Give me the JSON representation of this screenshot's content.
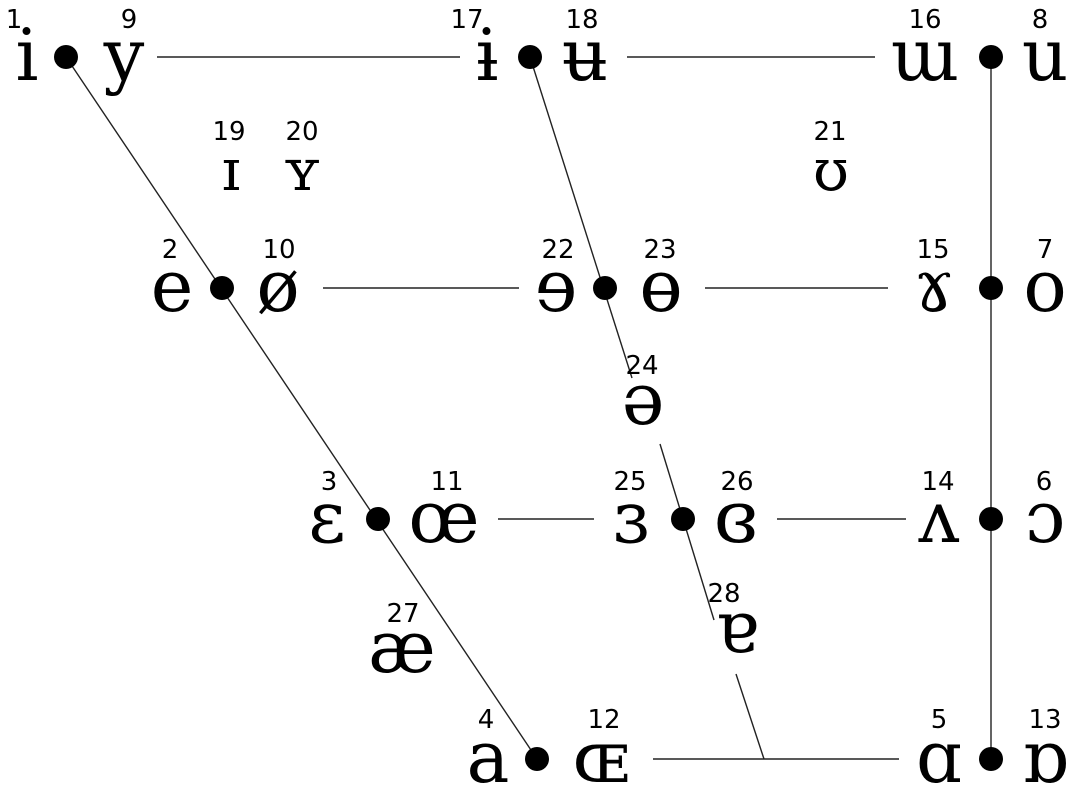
{
  "vowels": [
    {
      "number": "1",
      "symbol": "i"
    },
    {
      "number": "9",
      "symbol": "y"
    },
    {
      "number": "17",
      "symbol": "ɨ"
    },
    {
      "number": "18",
      "symbol": "ʉ"
    },
    {
      "number": "16",
      "symbol": "ɯ"
    },
    {
      "number": "8",
      "symbol": "u"
    },
    {
      "number": "19",
      "symbol": "ɪ"
    },
    {
      "number": "20",
      "symbol": "ʏ"
    },
    {
      "number": "21",
      "symbol": "ʊ"
    },
    {
      "number": "2",
      "symbol": "e"
    },
    {
      "number": "10",
      "symbol": "ø"
    },
    {
      "number": "22",
      "symbol": "ɘ"
    },
    {
      "number": "23",
      "symbol": "ɵ"
    },
    {
      "number": "15",
      "symbol": "ɤ"
    },
    {
      "number": "7",
      "symbol": "o"
    },
    {
      "number": "24",
      "symbol": "ə"
    },
    {
      "number": "3",
      "symbol": "ɛ"
    },
    {
      "number": "11",
      "symbol": "œ"
    },
    {
      "number": "25",
      "symbol": "ɜ"
    },
    {
      "number": "26",
      "symbol": "ɞ"
    },
    {
      "number": "14",
      "symbol": "ʌ"
    },
    {
      "number": "6",
      "symbol": "ɔ"
    },
    {
      "number": "27",
      "symbol": "æ"
    },
    {
      "number": "28",
      "symbol": "ɐ"
    },
    {
      "number": "4",
      "symbol": "a"
    },
    {
      "number": "12",
      "symbol": "ɶ"
    },
    {
      "number": "5",
      "symbol": "ɑ"
    },
    {
      "number": "13",
      "symbol": "ɒ"
    }
  ]
}
